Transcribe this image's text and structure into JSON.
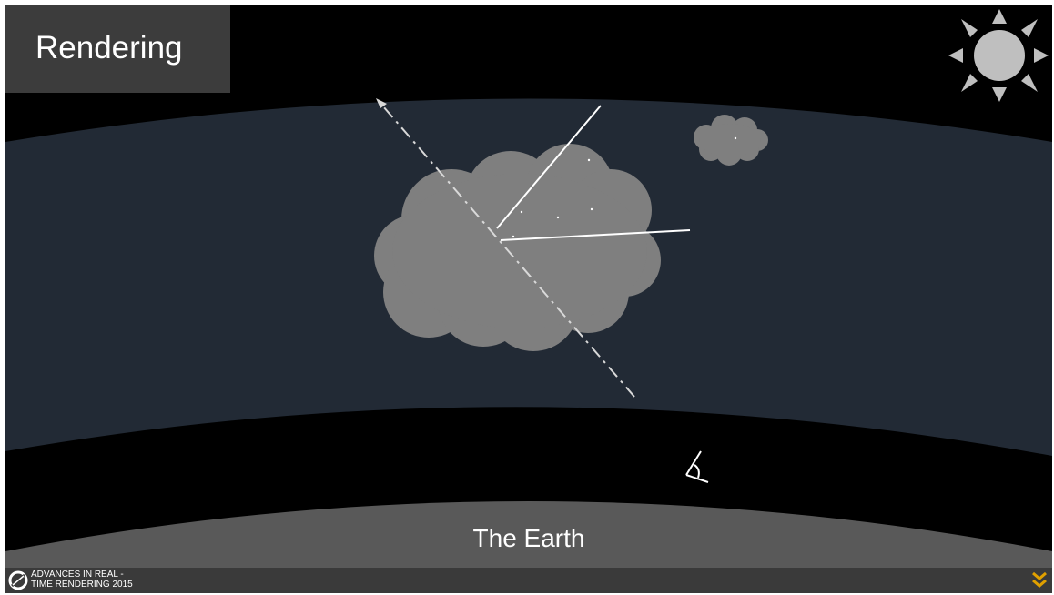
{
  "slide": {
    "title": "Rendering",
    "earth_label": "The Earth",
    "footer_line1": "ADVANCES IN REAL -",
    "footer_line2": "TIME RENDERING 2015"
  },
  "icons": {
    "sun": "sun-icon",
    "eye": "eye-icon",
    "footer_logo": "advances-logo-icon",
    "footer_mark": "chevron-mark-icon"
  },
  "colors": {
    "background": "#000000",
    "atmosphere": "#222a35",
    "cloud": "#7f7f7f",
    "earth": "#595959",
    "title_box": "#3c3c3c",
    "sun": "#bfbfbf",
    "footer_bar": "#3a3a3a",
    "accent": "#e0a000"
  }
}
